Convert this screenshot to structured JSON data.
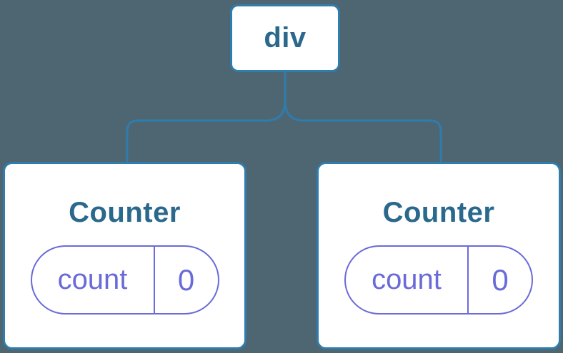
{
  "diagram": {
    "colors": {
      "bg": "#4d6671",
      "line": "#2f7cad",
      "text": "#2a698c",
      "state": "#6a6ad8"
    },
    "root": {
      "label": "div"
    },
    "children": [
      {
        "title": "Counter",
        "state": {
          "key": "count",
          "value": "0"
        }
      },
      {
        "title": "Counter",
        "state": {
          "key": "count",
          "value": "0"
        }
      }
    ]
  }
}
